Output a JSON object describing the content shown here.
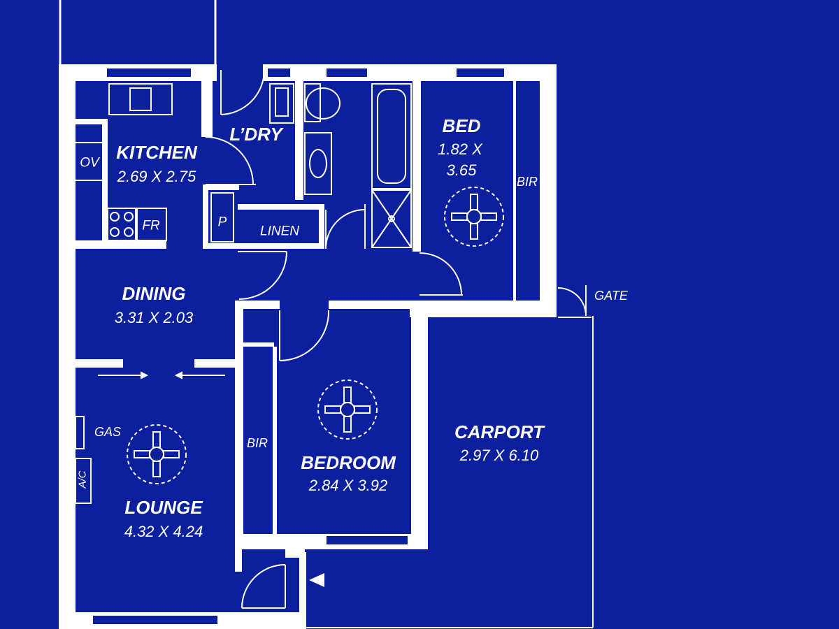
{
  "colors": {
    "background": "#0c1f9c",
    "lines": "#ffffff"
  },
  "rooms": {
    "kitchen": {
      "name": "KITCHEN",
      "dims": "2.69 X 2.75"
    },
    "laundry": {
      "name": "L’DRY"
    },
    "bed": {
      "name": "BED",
      "dims_line1": "1.82 X",
      "dims_line2": "3.65"
    },
    "dining": {
      "name": "DINING",
      "dims": "3.31 X 2.03"
    },
    "lounge": {
      "name": "LOUNGE",
      "dims": "4.32 X 4.24"
    },
    "bedroom": {
      "name": "BEDROOM",
      "dims": "2.84 X 3.92"
    },
    "carport": {
      "name": "CARPORT",
      "dims": "2.97 X 6.10"
    }
  },
  "fixtures": {
    "oven": "OV",
    "fridge": "FR",
    "pantry": "P",
    "linen": "LINEN",
    "bir_bed": "BIR",
    "bir_bedroom": "BIR",
    "gas": "GAS",
    "aircon": "A/C",
    "gate": "GATE"
  },
  "icons": [
    "ceiling-fan-icon",
    "entry-arrow-icon",
    "stove-icon",
    "sink-icon",
    "toilet-icon",
    "bathtub-icon",
    "shower-icon",
    "basin-icon",
    "laundry-tub-icon"
  ]
}
